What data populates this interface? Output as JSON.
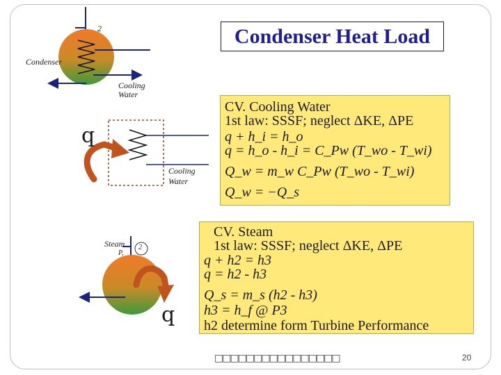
{
  "slide": {
    "title": "Condenser Heat Load",
    "page_number": "20",
    "footer_text": "□□□□□□□□□□□□□□□□"
  },
  "diagram": {
    "node_top_label": "2",
    "condenser_label": "Condenser",
    "cooling_water_label_1a": "Cooling",
    "cooling_water_label_1b": "Water",
    "q_label_1": "q",
    "cooling_water_label_2a": "Cooling",
    "cooling_water_label_2b": "Water",
    "steam_label_a": "Steam",
    "steam_label_b": "P,",
    "node_bottom_label": "2",
    "q_label_2": "q"
  },
  "cv_cooling_water": {
    "lines": [
      "CV. Cooling Water",
      "1st law: SSSF; neglect ΔKE, ΔPE",
      "q + h_i = h_o",
      "q = h_o - h_i = C_Pw (T_wo - T_wi)",
      "Q_w = m_w C_Pw (T_wo - T_wi)",
      "Q_w = −Q_s"
    ]
  },
  "cv_steam": {
    "lines": [
      "CV. Steam",
      "1st law: SSSF; neglect ΔKE, ΔPE",
      "q + h2 = h3",
      "q = h2 - h3",
      "Q_s = m_s (h2 - h3)",
      "h3 = h_f @ P3",
      "h2 determine form Turbine Performance"
    ]
  },
  "colors": {
    "title": "#1f1f8f",
    "equation_box": "#ffe97a",
    "line": "#1a237e",
    "arrow": "#c0541e",
    "sphere_top": "#e8762a",
    "sphere_bottom": "#3c9a3c"
  }
}
